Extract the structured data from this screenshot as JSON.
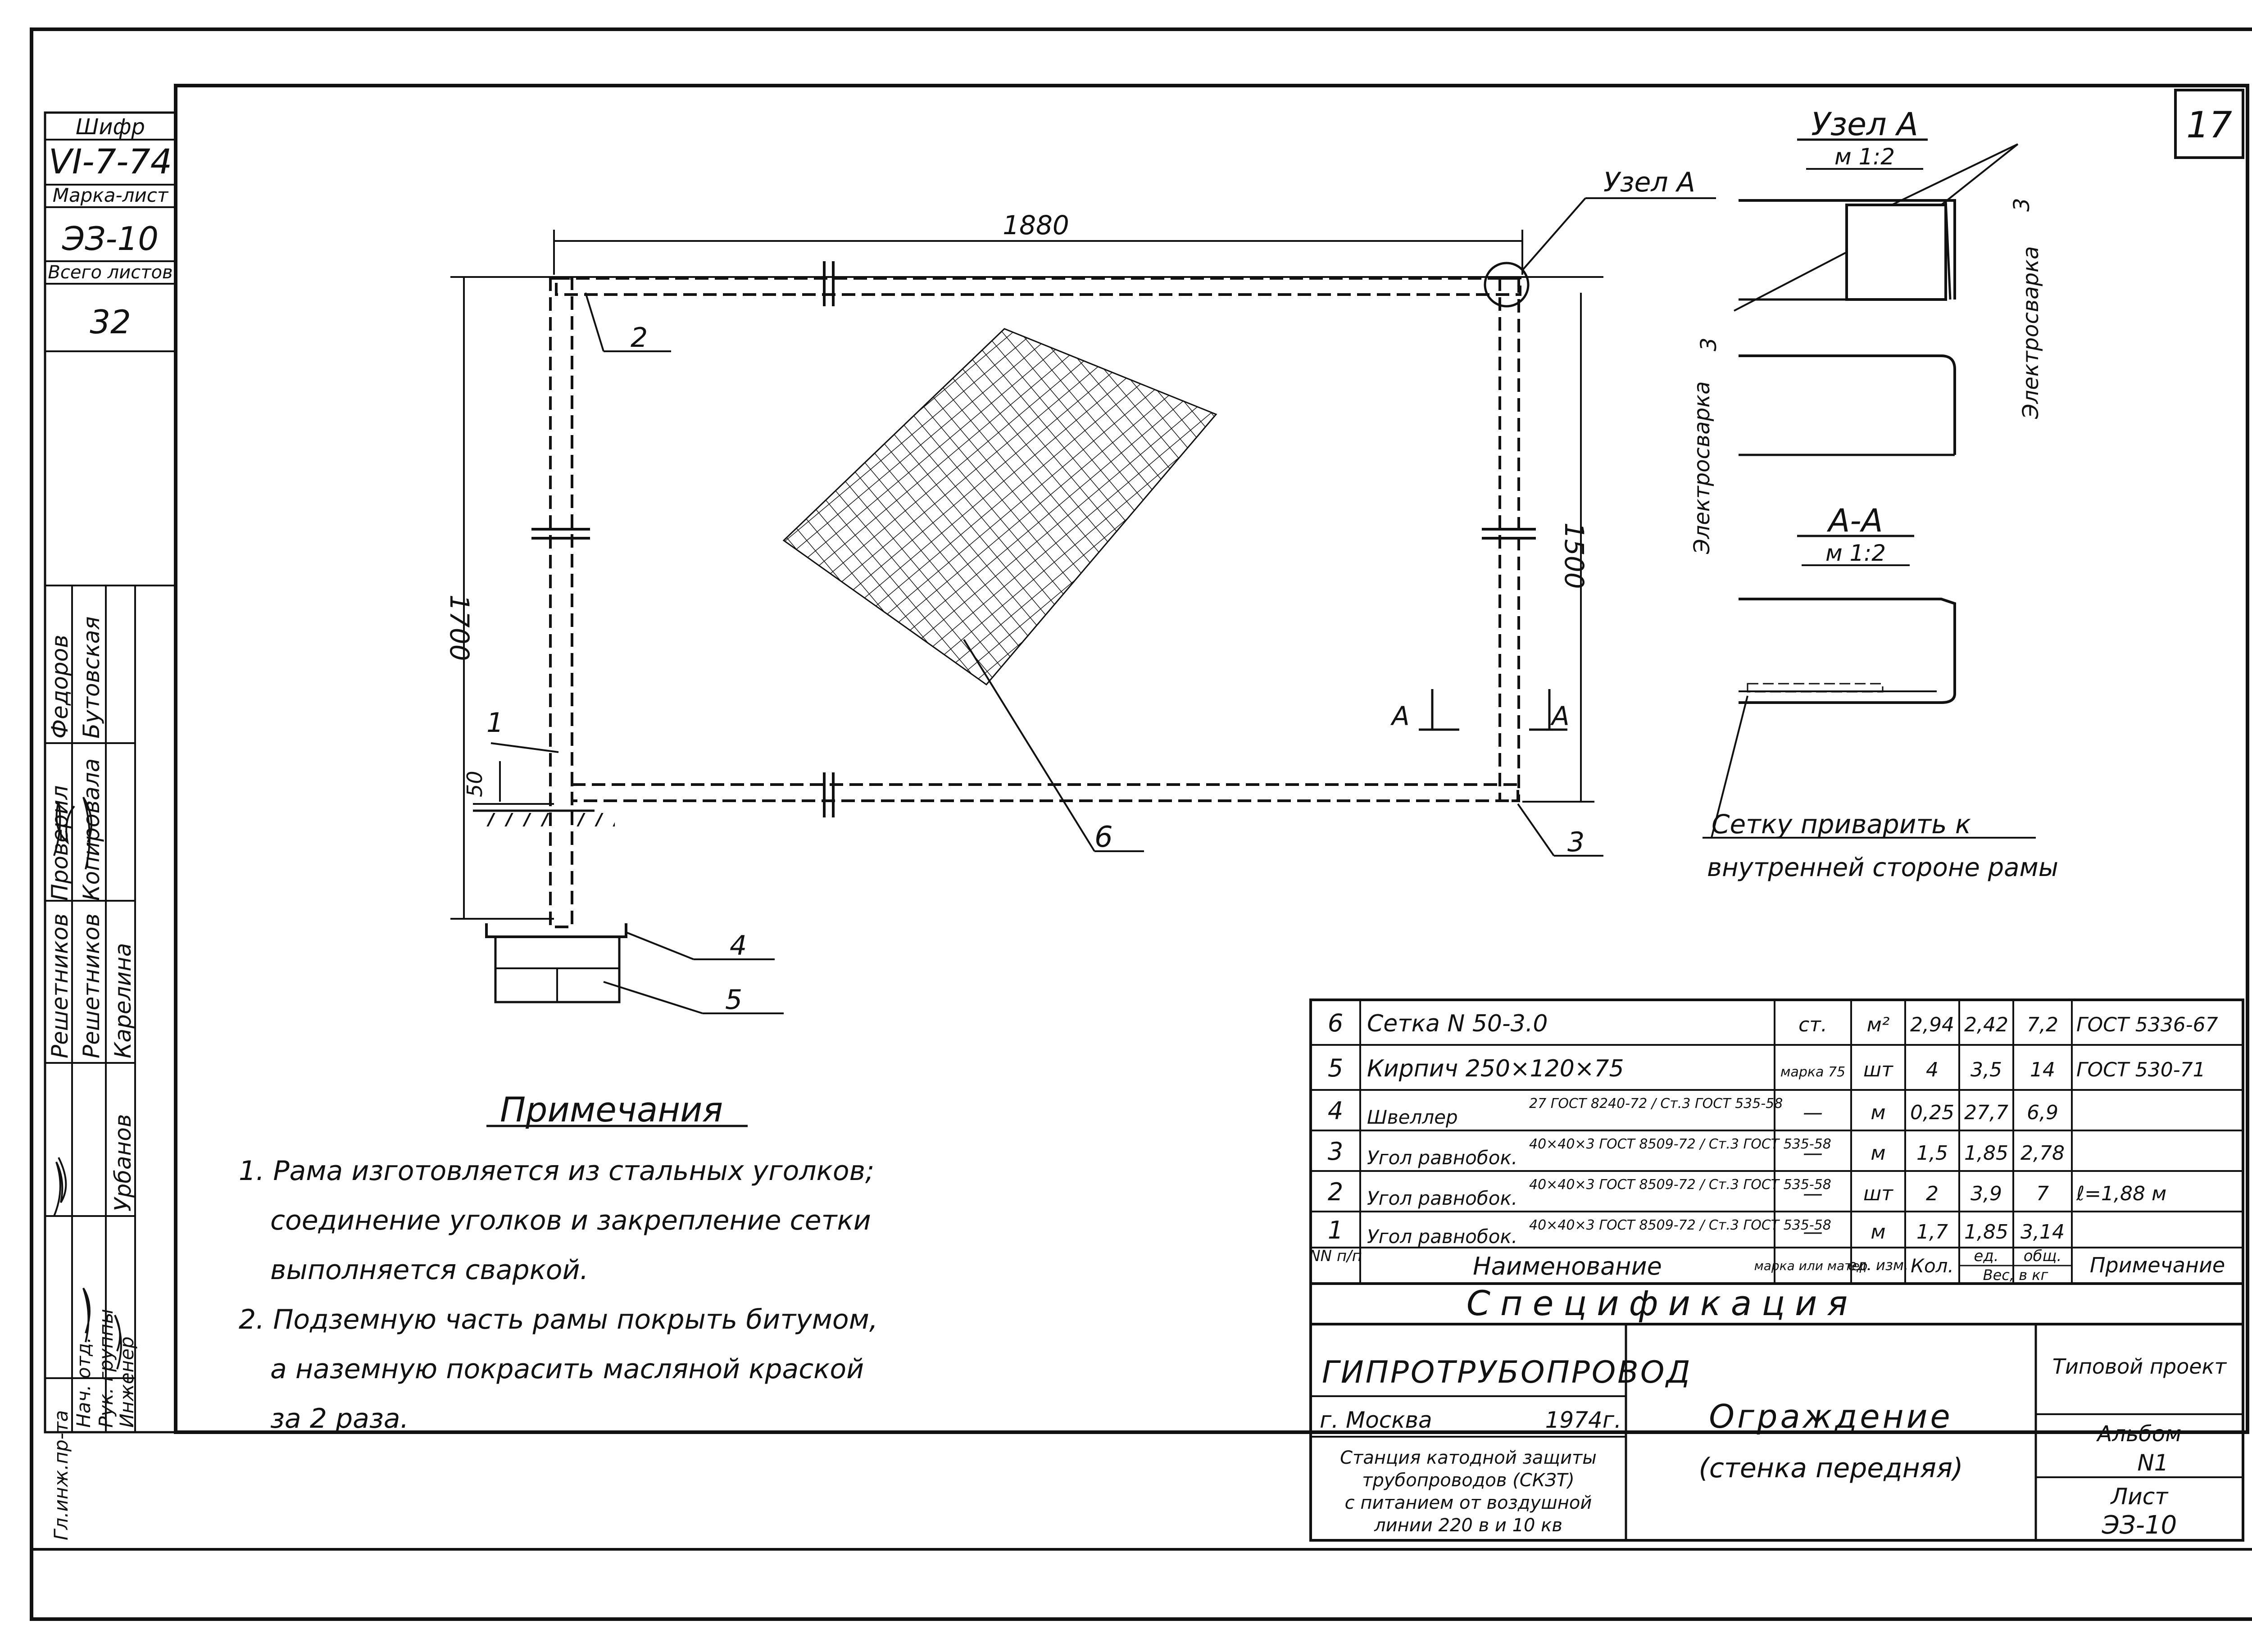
{
  "sheet_number": "17",
  "side_stamp": {
    "cipher_label": "Шифр",
    "cipher_value": "VI-7-74",
    "mark_sheet_label": "Марка-лист",
    "mark_sheet_value": "ЭЗ-10",
    "total_sheets_label": "Всего листов",
    "total_sheets_value": "32",
    "roles": [
      "Гл.инж.пр-та",
      "Нач. отд.",
      "Рук. группы",
      "Инженер"
    ],
    "role_names": [
      "Решетников",
      "Проверил",
      "Федоров"
    ],
    "role_names_2": [
      "Решетников",
      "Копировала",
      "Бутовская"
    ],
    "role_names_3": [
      "Урбанов",
      "Карелина"
    ]
  },
  "drawing": {
    "dim_width": "1880",
    "dim_height_total": "1700",
    "dim_height_frame": "1500",
    "dim_ground": "50",
    "node_label": "Узел А",
    "section_mark": "А",
    "callouts": [
      "1",
      "2",
      "3",
      "4",
      "5",
      "6"
    ]
  },
  "detail": {
    "node_title": "Узел А",
    "node_scale": "м 1:2",
    "weld_left": "Электросварка",
    "weld_right": "Электросварка",
    "weld_size": "3",
    "section_title": "А-А",
    "section_scale": "м 1:2",
    "weld_note_1": "Сетку приварить к",
    "weld_note_2": "внутренней стороне рамы"
  },
  "notes": {
    "title": "Примечания",
    "lines": [
      "1. Рама изготовляется из стальных уголков;",
      "соединение уголков и закрепление сетки",
      "выполняется сваркой.",
      "2. Подземную часть рамы покрыть битумом,",
      "а наземную покрасить масляной краской",
      "за 2 раза."
    ]
  },
  "spec": {
    "rows": [
      {
        "n": "6",
        "name": "Сетка  N 50-3.0",
        "sub": "",
        "mark": "ст.",
        "unit": "м²",
        "qty": "2,94",
        "w1": "2,42",
        "wt": "7,2",
        "note": "ГОСТ 5336-67"
      },
      {
        "n": "5",
        "name": "Кирпич  250×120×75",
        "sub": "",
        "mark": "марка 75",
        "unit": "шт",
        "qty": "4",
        "w1": "3,5",
        "wt": "14",
        "note": "ГОСТ 530-71"
      },
      {
        "n": "4",
        "name": "Швеллер",
        "sub": "27 ГОСТ 8240-72 / Ст.3 ГОСТ 535-58",
        "mark": "—",
        "unit": "м",
        "qty": "0,25",
        "w1": "27,7",
        "wt": "6,9",
        "note": ""
      },
      {
        "n": "3",
        "name": "Угол равнобок.",
        "sub": "40×40×3 ГОСТ 8509-72 / Ст.3 ГОСТ 535-58",
        "mark": "—",
        "unit": "м",
        "qty": "1,5",
        "w1": "1,85",
        "wt": "2,78",
        "note": ""
      },
      {
        "n": "2",
        "name": "Угол равнобок.",
        "sub": "40×40×3 ГОСТ 8509-72 / Ст.3 ГОСТ 535-58",
        "mark": "—",
        "unit": "шт",
        "qty": "2",
        "w1": "3,9",
        "wt": "7",
        "note": "ℓ=1,88 м"
      },
      {
        "n": "1",
        "name": "Угол равнобок.",
        "sub": "40×40×3 ГОСТ 8509-72 / Ст.3 ГОСТ 535-58",
        "mark": "—",
        "unit": "м",
        "qty": "1,7",
        "w1": "1,85",
        "wt": "3,14",
        "note": ""
      }
    ],
    "header": {
      "n": "NN п/п",
      "name": "Наименование",
      "mark": "марка или матер.",
      "unit": "ед. изм.",
      "qty": "Кол.",
      "w1": "ед.",
      "wt": "общ.",
      "weight": "Вес, в кг",
      "note": "Примечание"
    },
    "title": "Спецификация"
  },
  "title_block": {
    "org": "ГИПРОТРУБОПРОВОД",
    "city": "г. Москва",
    "year": "1974г.",
    "station": [
      "Станция катодной защиты",
      "трубопроводов (СКЗТ)",
      "с питанием от воздушной",
      "линии 220 в и 10 кв"
    ],
    "drawing_title": "Ограждение",
    "drawing_subtitle": "(стенка передняя)",
    "project_type": "Типовой проект",
    "album_label": "Альбом",
    "album_value": "N1",
    "sheet_label": "Лист",
    "sheet_value": "ЭЗ-10"
  }
}
